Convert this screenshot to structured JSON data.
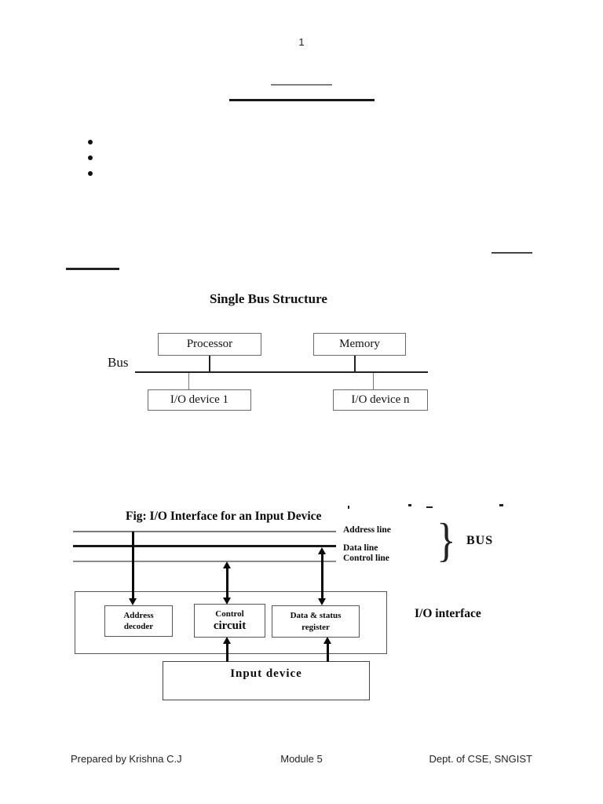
{
  "colors": {
    "ink": "#111111",
    "line_gray": "#808080",
    "background": "#ffffff"
  },
  "page": {
    "number": "1"
  },
  "headings": {
    "single_bus": "Single Bus Structure"
  },
  "fig1": {
    "bus_label": "Bus",
    "processor": "Processor",
    "memory": "Memory",
    "io_device_1": "I/O device 1",
    "io_device_n": "I/O device n"
  },
  "fig2": {
    "title": "Fig: I/O Interface for an Input Device",
    "address_line": "Address line",
    "data_line": "Data line",
    "control_line": "Control line",
    "bus": "BUS",
    "brace_glyph": "}",
    "io_interface": "I/O interface",
    "address_decoder": [
      "Address",
      "decoder"
    ],
    "control_circuit": [
      "Control",
      "circuit"
    ],
    "data_status_register": [
      "Data & status",
      "register"
    ],
    "input_device": "Input device"
  },
  "footer": {
    "left": "Prepared by Krishna C.J",
    "center": "Module 5",
    "right": "Dept. of CSE, SNGIST"
  }
}
